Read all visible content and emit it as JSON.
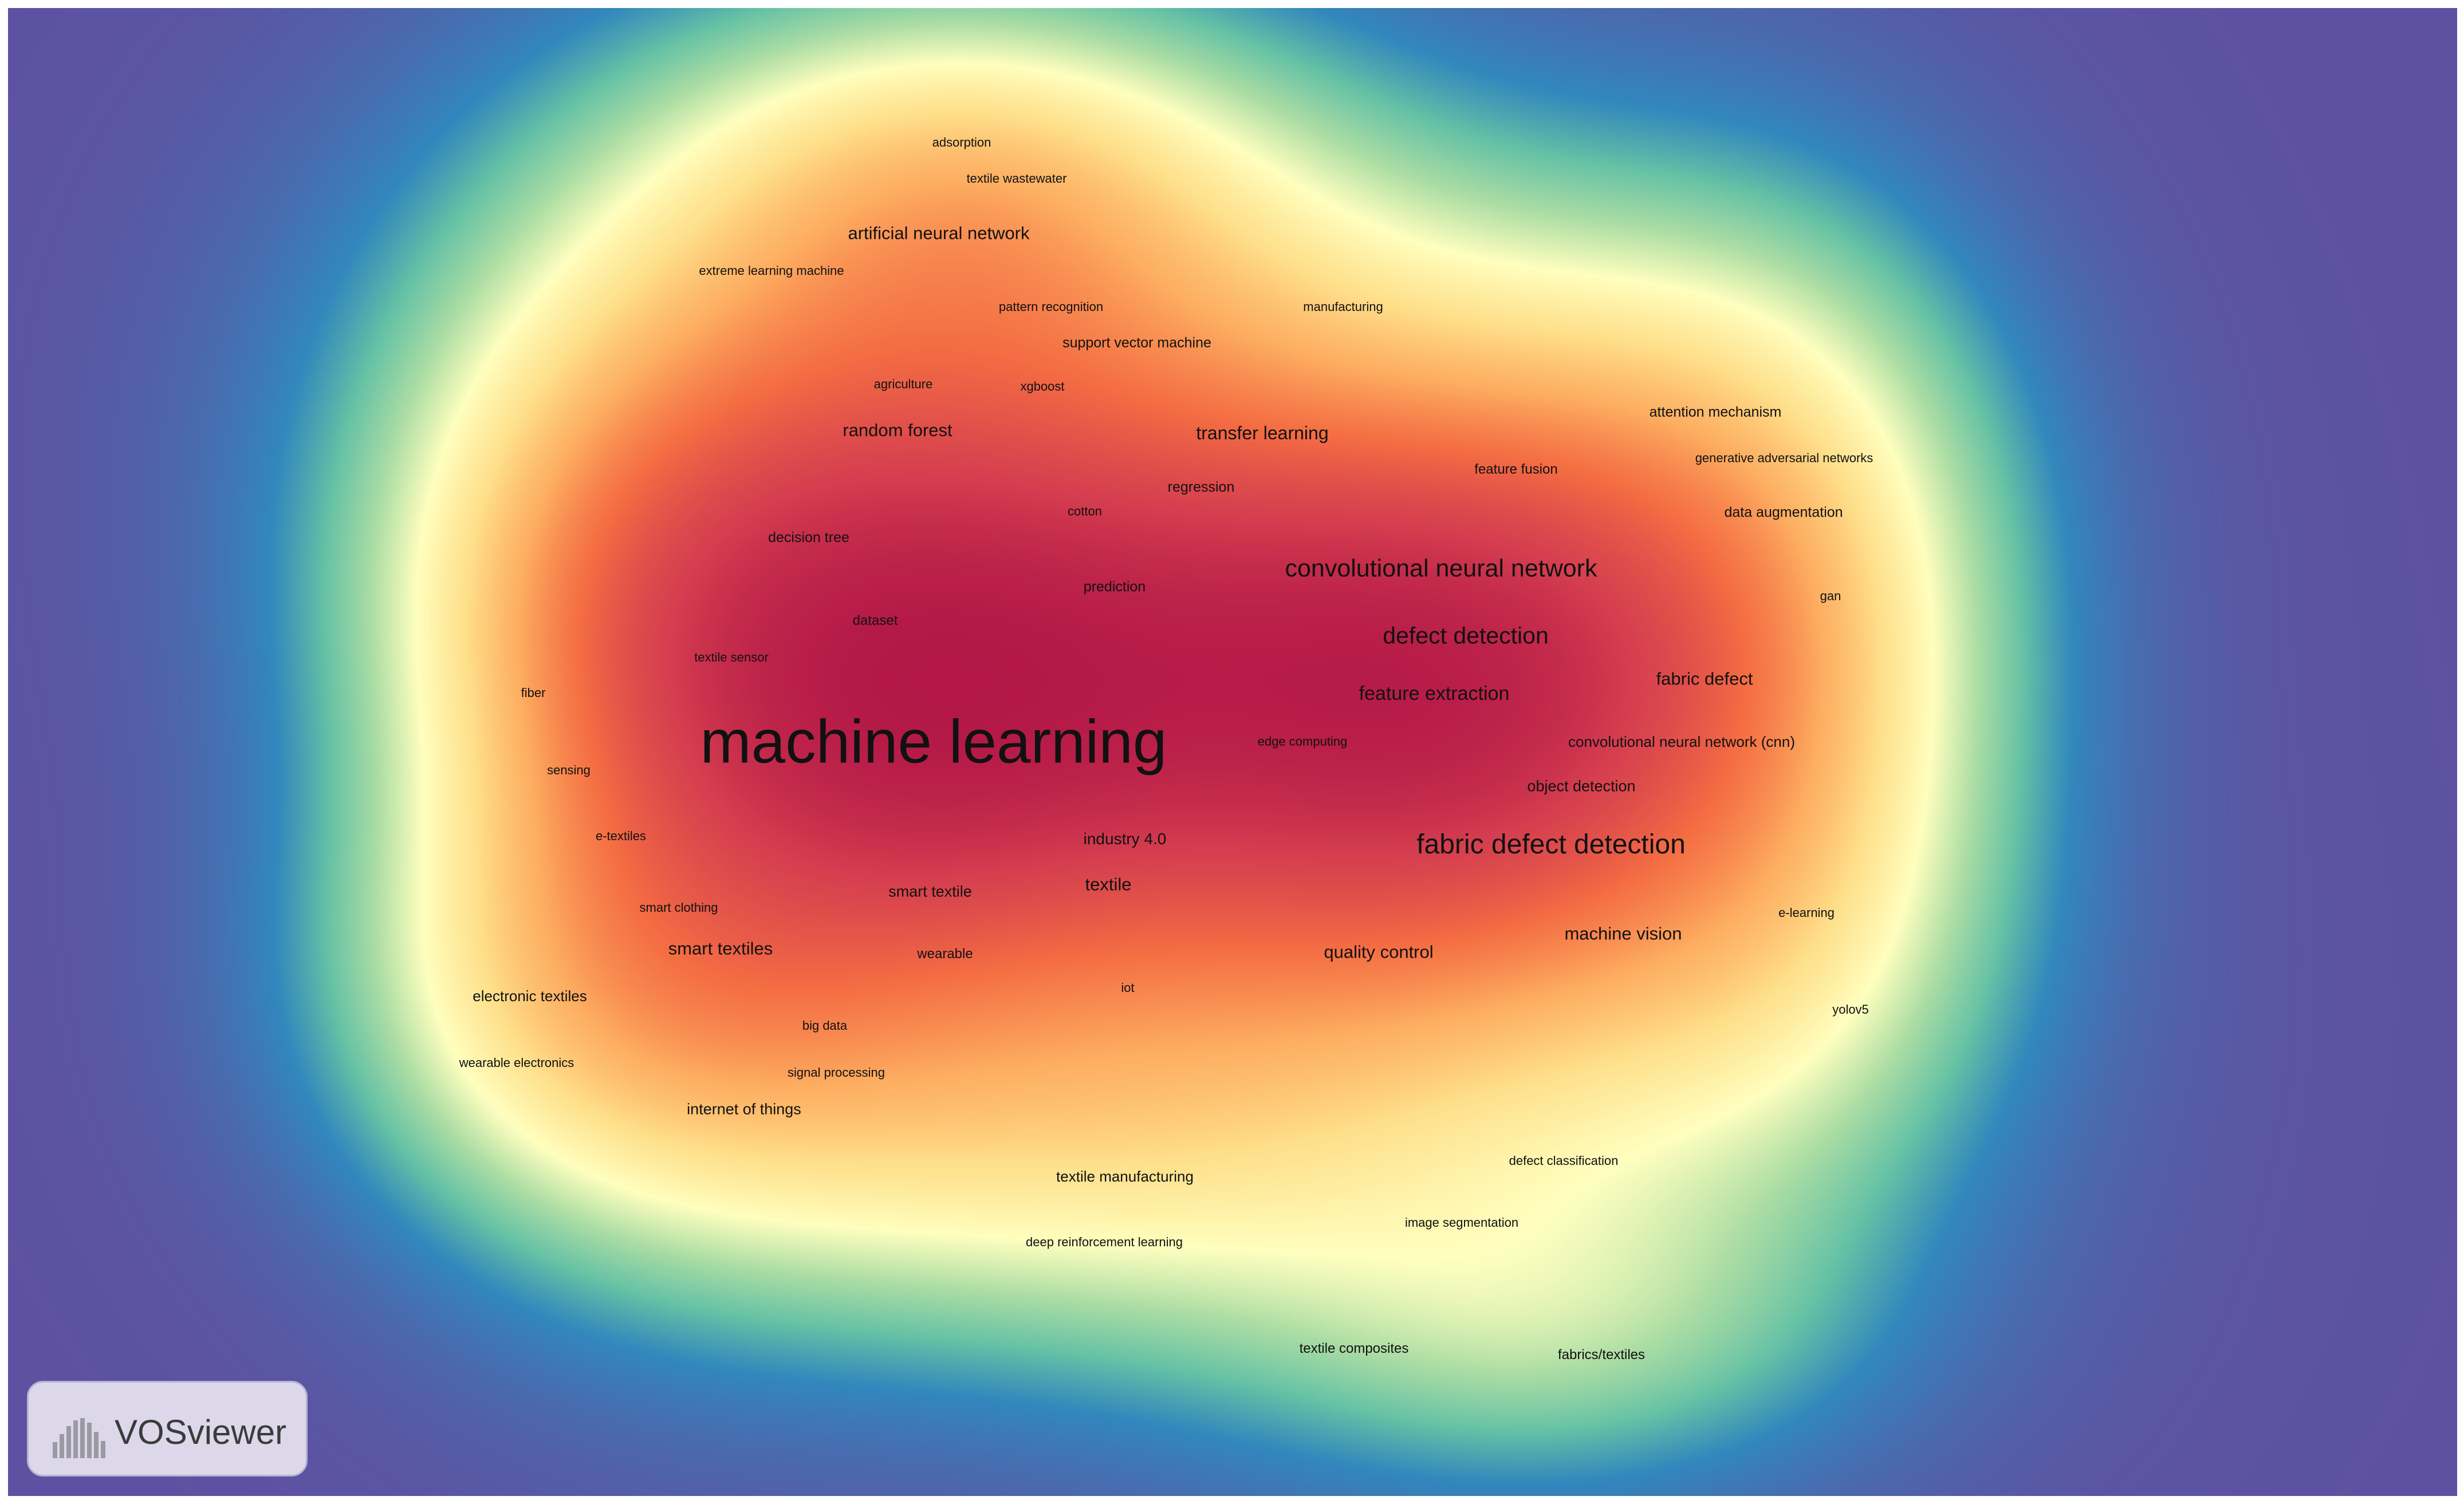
{
  "app": {
    "name": "VOSviewer"
  },
  "colors": {
    "background": "#5e51a1",
    "blue": "#3288bd",
    "teal": "#66c2a5",
    "light_green": "#abdda4",
    "yellow": "#ffffbf",
    "orange": "#fdae61",
    "red_orange": "#f46d43",
    "red": "#d53e4f",
    "dark_red": "#9e0142",
    "label": "#111111"
  },
  "keywords": [
    {
      "label": "machine learning",
      "weight": 100
    },
    {
      "label": "fabric defect detection",
      "weight": 45
    },
    {
      "label": "convolutional neural network",
      "weight": 40
    },
    {
      "label": "defect detection",
      "weight": 38
    },
    {
      "label": "feature extraction",
      "weight": 32
    },
    {
      "label": "transfer learning",
      "weight": 30
    },
    {
      "label": "artificial neural network",
      "weight": 29
    },
    {
      "label": "random forest",
      "weight": 29
    },
    {
      "label": "fabric defect",
      "weight": 29
    },
    {
      "label": "machine vision",
      "weight": 29
    },
    {
      "label": "quality control",
      "weight": 29
    },
    {
      "label": "smart textiles",
      "weight": 29
    },
    {
      "label": "textile",
      "weight": 29
    },
    {
      "label": "industry 4.0",
      "weight": 26
    },
    {
      "label": "smart textile",
      "weight": 25
    },
    {
      "label": "internet of things",
      "weight": 25
    },
    {
      "label": "object detection",
      "weight": 25
    },
    {
      "label": "convolutional neural network (cnn)",
      "weight": 24
    },
    {
      "label": "electronic textiles",
      "weight": 24
    },
    {
      "label": "textile manufacturing",
      "weight": 24
    },
    {
      "label": "support vector machine",
      "weight": 23
    },
    {
      "label": "attention mechanism",
      "weight": 23
    },
    {
      "label": "data augmentation",
      "weight": 23
    },
    {
      "label": "decision tree",
      "weight": 23
    },
    {
      "label": "prediction",
      "weight": 23
    },
    {
      "label": "regression",
      "weight": 23
    },
    {
      "label": "feature fusion",
      "weight": 22
    },
    {
      "label": "wearable",
      "weight": 22
    },
    {
      "label": "textile composites",
      "weight": 22
    },
    {
      "label": "fabrics/textiles",
      "weight": 22
    },
    {
      "label": "dataset",
      "weight": 22
    },
    {
      "label": "pattern recognition",
      "weight": 21
    },
    {
      "label": "manufacturing",
      "weight": 21
    },
    {
      "label": "xgboost",
      "weight": 21
    },
    {
      "label": "agriculture",
      "weight": 21
    },
    {
      "label": "cotton",
      "weight": 21
    },
    {
      "label": "adsorption",
      "weight": 21
    },
    {
      "label": "textile wastewater",
      "weight": 21
    },
    {
      "label": "extreme learning machine",
      "weight": 21
    },
    {
      "label": "generative adversarial networks",
      "weight": 21
    },
    {
      "label": "gan",
      "weight": 21
    },
    {
      "label": "textile sensor",
      "weight": 21
    },
    {
      "label": "fiber",
      "weight": 21
    },
    {
      "label": "sensing",
      "weight": 21
    },
    {
      "label": "e-textiles",
      "weight": 21
    },
    {
      "label": "edge computing",
      "weight": 21
    },
    {
      "label": "smart clothing",
      "weight": 21
    },
    {
      "label": "e-learning",
      "weight": 21
    },
    {
      "label": "iot",
      "weight": 21
    },
    {
      "label": "big data",
      "weight": 21
    },
    {
      "label": "yolov5",
      "weight": 21
    },
    {
      "label": "wearable electronics",
      "weight": 21
    },
    {
      "label": "signal processing",
      "weight": 21
    },
    {
      "label": "defect classification",
      "weight": 21
    },
    {
      "label": "image segmentation",
      "weight": 21
    },
    {
      "label": "deep reinforcement learning",
      "weight": 21
    }
  ]
}
